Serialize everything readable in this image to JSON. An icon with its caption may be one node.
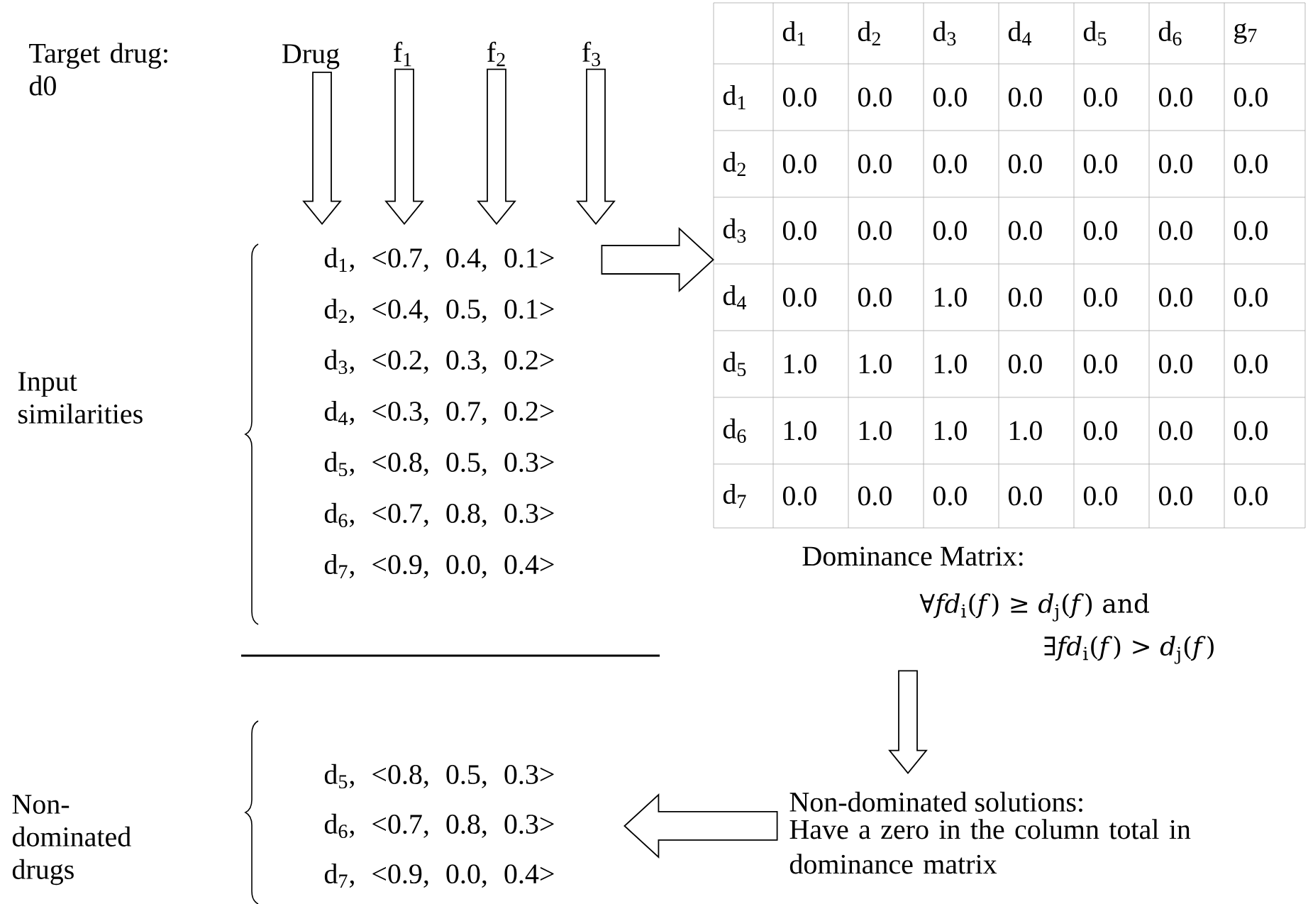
{
  "diagram": {
    "nodes": [
      {
        "text": [
          "Drug"
        ]
      },
      {
        "text": [
          "f$_{1}$"
        ]
      },
      {
        "text": [
          "f$_{2}$"
        ]
      },
      {
        "text": [
          "f$_{3}$"
        ]
      },
      {
        "text": [
          "d$_{1}$, <0.7, 0.4, 0.1>",
          "d$_{2}$, <0.4, 0.5, 0.1>",
          "d$_{3}$, <0.2, 0.3, 0.2>",
          "d$_{4}$, <0.3, 0.7, 0.2>",
          "d$_{5}$, <0.8, 0.5, 0.3>",
          "d$_{6}$, <0.7, 0.8, 0.3>",
          "d$_{7}$, <0.9, 0.0, 0.4>"
        ]
      },
      {
        "text": [
          "d$_{1}$",
          "d$_{2}$",
          "d$_{3}$",
          "d$_{4}$",
          "d$_{5}$",
          "d$_{6}$",
          "g$_{7}$",
          "d$_{1}$",
          "0.0",
          "0.0",
          "0.0",
          "0.0",
          "0.0",
          "0.0",
          "0.0",
          "d$_{2}$",
          "0.0",
          "0.0",
          "0.0",
          "0.0",
          "0.0",
          "0.0",
          "0.0",
          "d$_{3}$",
          "0.0",
          "0.0",
          "0.0",
          "0.0",
          "0.0",
          "0.0",
          "0.0",
          "d$_{4}$",
          "0.0",
          "0.0",
          "1.0",
          "0.0",
          "0.0",
          "0.0",
          "0.0",
          "d$_{5}$",
          "1.0",
          "1.0",
          "1.0",
          "0.0",
          "0.0",
          "0.0",
          "0.0",
          "d$_{6}$",
          "1.0",
          "1.0",
          "1.0",
          "1.0",
          "0.0",
          "0.0",
          "0.0",
          "d$_{7}$",
          "0.0",
          "0.0",
          "0.0",
          "0.0",
          "0.0",
          "0.0",
          "0.0"
        ]
      },
      {
        "text": [
          "Dominance Matrix:",
          "∀*fd*$_{i}$(*f*) ≥ *d*$_{j}$(*f*)    and",
          "∃*fd*$_{i}$(*f*) > *d*$_{j}$(*f*)"
        ]
      },
      {
        "text": [
          "Non-dominated solutions:",
          "Have a zero in the column total in dominance matrix"
        ]
      },
      {
        "text": [
          "d$_{5}$, <0.8, 0.5, 0.3>",
          "d$_{6}$, <0.7, 0.8, 0.3>",
          "d$_{7}$, <0.9, 0.0, 0.4>"
        ]
      }
    ],
    "edges": [
      {
        "from": 0,
        "to": 4,
        "arrow": "to"
      },
      {
        "from": 1,
        "to": 4,
        "arrow": "to"
      },
      {
        "from": 2,
        "to": 4,
        "arrow": "to"
      },
      {
        "from": 3,
        "to": 4,
        "arrow": "to"
      },
      {
        "from": 4,
        "to": 5,
        "arrow": "to"
      },
      {
        "from": 6,
        "to": 7,
        "arrow": "to"
      },
      {
        "from": 7,
        "to": 8,
        "arrow": "to"
      }
    ],
    "labels": [
      "Target drug: d0",
      "Input similarities",
      "Non-dominated drugs"
    ]
  }
}
